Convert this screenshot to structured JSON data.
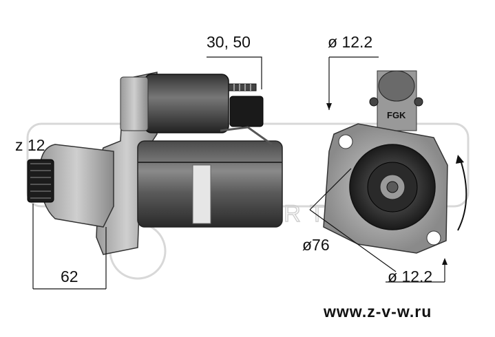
{
  "dimensions": {
    "terminal": "30, 50",
    "pinion_teeth": "z 12",
    "pinion_length": "62",
    "hole_top": "ø 12.2",
    "hole_bottom": "ø 12.2",
    "flange": "ø76"
  },
  "plug_marking": "FGK",
  "watermark": "PORTS",
  "website": "www.z-v-w.ru",
  "rotation_direction": "clockwise"
}
